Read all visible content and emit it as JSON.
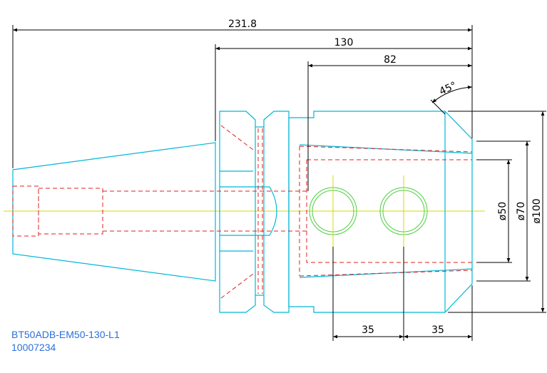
{
  "dimensions": {
    "overall_length": "231.8",
    "gauge_length": "130",
    "bore_depth": "82",
    "chamfer_angle": "45°",
    "diameter_small": "ø50",
    "diameter_mid": "ø70",
    "diameter_large": "ø100",
    "hole_spacing_left": "35",
    "hole_spacing_right": "35"
  },
  "title_block": {
    "part_number": "BT50ADB-EM50-130-L1",
    "code": "10007234"
  },
  "colors": {
    "outline": "#00b8d8",
    "hidden": "#e02020",
    "centerline": "#d8d800",
    "holes": "#4ccf40",
    "dimension": "#000000",
    "title": "#2a6fdc"
  }
}
